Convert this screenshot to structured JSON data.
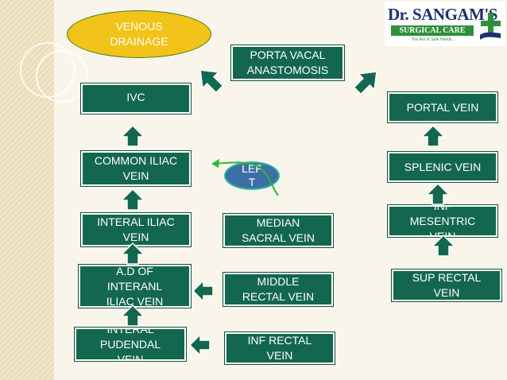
{
  "title": "VENOUS\nDRAINAGE",
  "logo": {
    "name": "Dr. SANGAM'S",
    "subtitle": "SURGICAL CARE",
    "tagline": "You Are In Safe Hands..."
  },
  "nodes": {
    "porta_vacal": "PORTA VACAL\nANASTOMOSIS",
    "ivc": "IVC",
    "portal_vein": "PORTAL VEIN",
    "common_iliac": "COMMON ILIAC\nVEIN",
    "splenic_vein": "SPLENIC VEIN",
    "inf_mesentric": "INF\nMESENTRIC\nVEIN",
    "interal_iliac": "INTERAL ILIAC\nVEIN",
    "median_sacral": "MEDIAN\nSACRAL VEIN",
    "ad_interanl_iliac": "A.D OF\nINTERANL\nILIAC VEIN",
    "middle_rectal": "MIDDLE\nRECTAL VEIN",
    "sup_rectal": "SUP RECTAL\nVEIN",
    "interal_pudendal": "INTERAL\nPUDENDAL\nVEIN",
    "inf_rectal": "INF RECTAL\nVEIN",
    "left_label": "LEF\nT"
  },
  "colors": {
    "box_fill": "#14674f",
    "arrow_fill": "#14674f",
    "title_fill": "#f2c318",
    "left_oval_fill": "#3d6fa6",
    "curve_arrow": "#2eb82e"
  }
}
